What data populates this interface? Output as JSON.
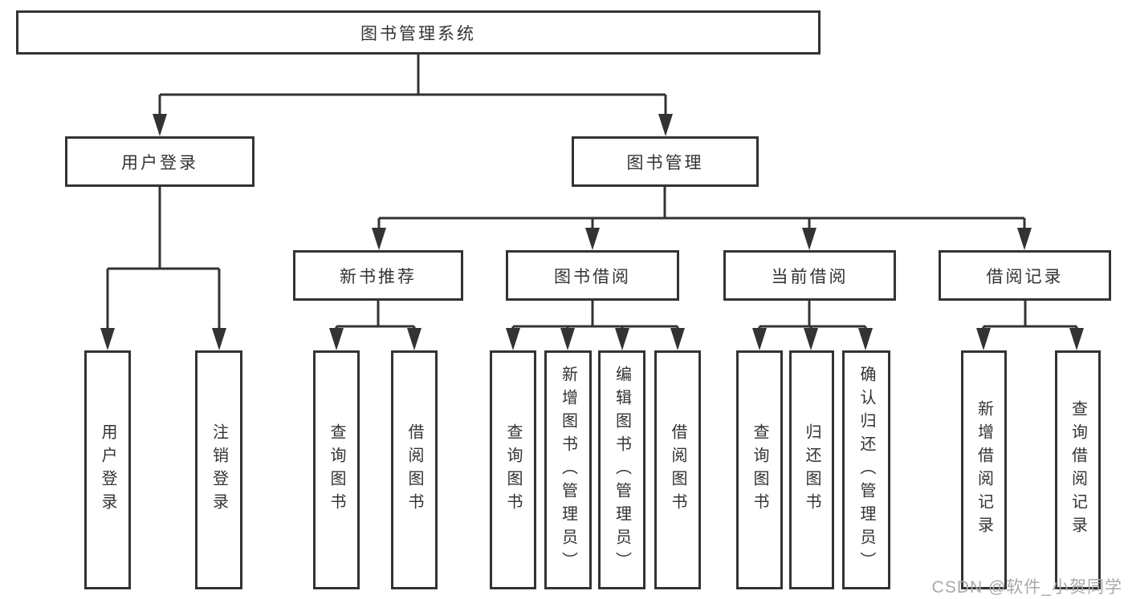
{
  "diagram": {
    "type": "function-structure-tree",
    "watermark": "CSDN @软件_小贺同学",
    "colors": {
      "line": "#333333",
      "box_border": "#333333",
      "box_background": "#ffffff",
      "text": "#333333",
      "watermark_text": "#a9a9a9",
      "background": "#ffffff"
    },
    "tree": {
      "label": "图书管理系统",
      "children": [
        {
          "label": "用户登录",
          "children": [
            {
              "label": "用户登录"
            },
            {
              "label": "注销登录"
            }
          ]
        },
        {
          "label": "图书管理",
          "children": [
            {
              "label": "新书推荐",
              "children": [
                {
                  "label": "查询图书"
                },
                {
                  "label": "借阅图书"
                }
              ]
            },
            {
              "label": "图书借阅",
              "children": [
                {
                  "label": "查询图书"
                },
                {
                  "label": "新增图书（管理员）"
                },
                {
                  "label": "编辑图书（管理员）"
                },
                {
                  "label": "借阅图书"
                }
              ]
            },
            {
              "label": "当前借阅",
              "children": [
                {
                  "label": "查询图书"
                },
                {
                  "label": "归还图书"
                },
                {
                  "label": "确认归还（管理员）"
                }
              ]
            },
            {
              "label": "借阅记录",
              "children": [
                {
                  "label": "新增借阅记录"
                },
                {
                  "label": "查询借阅记录"
                }
              ]
            }
          ]
        }
      ]
    }
  }
}
